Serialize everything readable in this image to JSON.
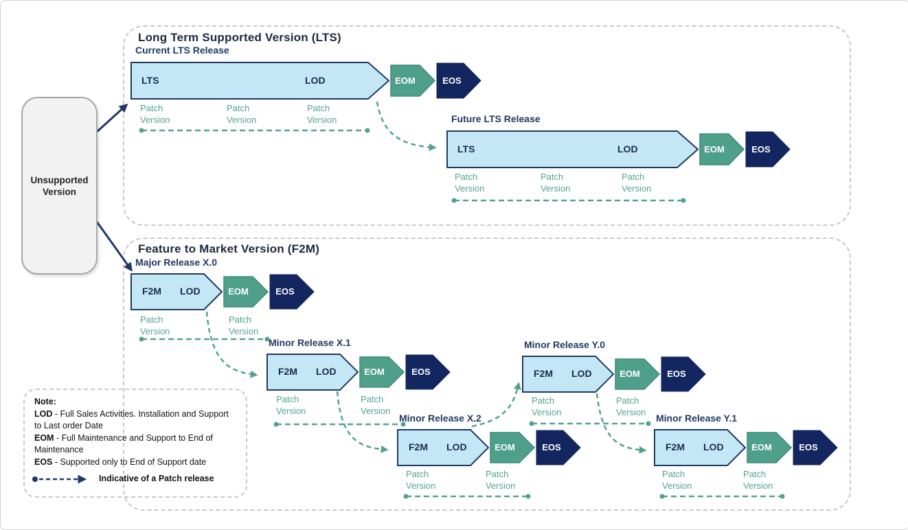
{
  "colors": {
    "bar_fill": "#C4E7F6",
    "bar_border": "#1F3864",
    "eom_fill": "#4FA08B",
    "eos_fill": "#13265F",
    "patch_teal": "#54A18F",
    "label_navy": "#1F3864",
    "title_dark": "#1C2740",
    "container_dash_gray": "#C8C8C8",
    "unsupported_fill": "#F2F2F2"
  },
  "unsupported": {
    "label": "Unsupported Version"
  },
  "lts": {
    "title": "Long Term Supported Version (LTS)",
    "releases": [
      {
        "name": "Current LTS Release",
        "bar_left": "LTS",
        "bar_right": "LOD",
        "eom": "EOM",
        "eos": "EOS",
        "patches": [
          "Patch\nVersion",
          "Patch\nVersion",
          "Patch\nVersion"
        ]
      },
      {
        "name": "Future LTS Release",
        "bar_left": "LTS",
        "bar_right": "LOD",
        "eom": "EOM",
        "eos": "EOS",
        "patches": [
          "Patch\nVersion",
          "Patch\nVersion",
          "Patch\nVersion"
        ]
      }
    ]
  },
  "f2m": {
    "title": "Feature to Market Version (F2M)",
    "releases": [
      {
        "name": "Major Release X.0",
        "bar_left": "F2M",
        "bar_right": "LOD",
        "eom": "EOM",
        "eos": "EOS",
        "patches": [
          "Patch\nVersion",
          "Patch\nVersion"
        ]
      },
      {
        "name": "Minor Release X.1",
        "bar_left": "F2M",
        "bar_right": "LOD",
        "eom": "EOM",
        "eos": "EOS",
        "patches": [
          "Patch\nVersion",
          "Patch\nVersion"
        ]
      },
      {
        "name": "Minor Release X.2",
        "bar_left": "F2M",
        "bar_right": "LOD",
        "eom": "EOM",
        "eos": "EOS",
        "patches": [
          "Patch\nVersion",
          "Patch\nVersion"
        ]
      },
      {
        "name": "Minor Release Y.0",
        "bar_left": "F2M",
        "bar_right": "LOD",
        "eom": "EOM",
        "eos": "EOS",
        "patches": [
          "Patch\nVersion",
          "Patch\nVersion"
        ]
      },
      {
        "name": "Minor Release Y.1",
        "bar_left": "F2M",
        "bar_right": "LOD",
        "eom": "EOM",
        "eos": "EOS",
        "patches": [
          "Patch\nVersion",
          "Patch\nVersion"
        ]
      }
    ]
  },
  "note": {
    "title": "Note:",
    "items": [
      {
        "term": "LOD",
        "desc": " - Full Sales Activities. Installation and Support to Last order Date"
      },
      {
        "term": "EOM",
        "desc": " - Full Maintenance and Support to End of Maintenance"
      },
      {
        "term": "EOS",
        "desc": " - Supported only to End of Support date"
      }
    ],
    "legend": "Indicative of a Patch release"
  }
}
